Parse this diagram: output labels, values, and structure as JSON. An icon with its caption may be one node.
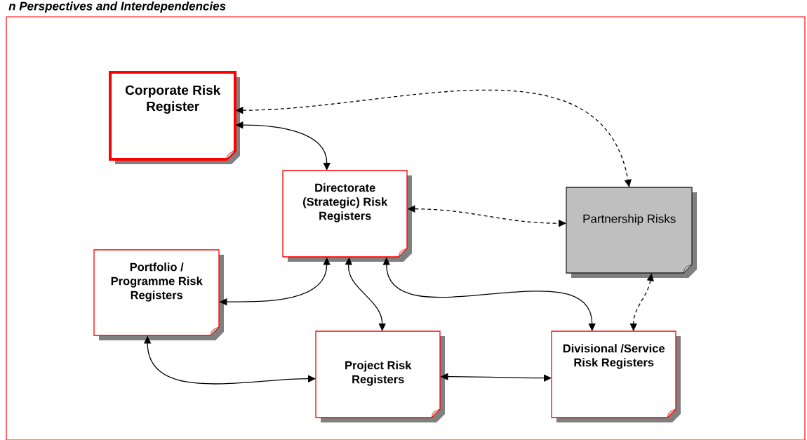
{
  "diagram": {
    "title": "n Perspectives and Interdependencies",
    "nodes": [
      {
        "text": [
          "Corporate Risk Register"
        ]
      },
      {
        "text": [
          "Directorate (Strategic) Risk Registers"
        ]
      },
      {
        "text": [
          "Partnership Risks"
        ]
      },
      {
        "text": [
          "Portfolio / Programme Risk Registers"
        ]
      },
      {
        "text": [
          "Project Risk Registers"
        ]
      },
      {
        "text": [
          "Divisional /Service Risk Registers"
        ]
      }
    ],
    "edges": [
      {
        "from": 0,
        "to": 1,
        "arrow": "both"
      },
      {
        "from": 0,
        "to": 2,
        "arrow": "both",
        "style": "dashed"
      },
      {
        "from": 1,
        "to": 2,
        "arrow": "both",
        "style": "dashed"
      },
      {
        "from": 1,
        "to": 3,
        "arrow": "both"
      },
      {
        "from": 1,
        "to": 4,
        "arrow": "both"
      },
      {
        "from": 1,
        "to": 5,
        "arrow": "both"
      },
      {
        "from": 3,
        "to": 4,
        "arrow": "both"
      },
      {
        "from": 4,
        "to": 5,
        "arrow": "both"
      },
      {
        "from": 2,
        "to": 5,
        "arrow": "both",
        "style": "dashed"
      }
    ]
  }
}
